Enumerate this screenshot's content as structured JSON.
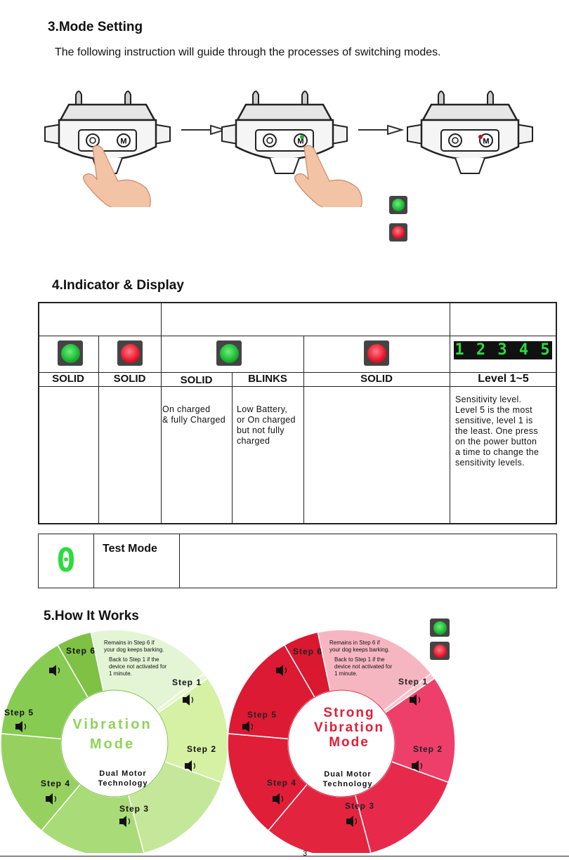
{
  "section3": {
    "title": "3.Mode Setting",
    "intro": "The following instruction will guide through the processes of switching modes."
  },
  "section4": {
    "title": "4.Indicator & Display",
    "labels": [
      "SOLID",
      "SOLID",
      "SOLID",
      "BLINKS",
      "SOLID",
      "Level 1~5"
    ],
    "digits": "1 2 3 4 5",
    "desc_on_charged": [
      "On charged",
      "& fully Charged"
    ],
    "desc_low_battery": [
      "Low Battery,",
      "or On charged",
      "but not fully",
      "charged"
    ],
    "desc_sensitivity": [
      "Sensitivity level.",
      "Level 5 is the most",
      "sensitive, level 1 is",
      "the least. One press",
      "on the power button",
      "a time to change the",
      "sensitivity levels."
    ],
    "test_digit": "0",
    "test_mode": "Test Mode"
  },
  "section5": {
    "title": "5.How It Works",
    "left_wheel": {
      "center_title": [
        "Vibration",
        "Mode"
      ],
      "center_sub": [
        "Dual Motor",
        "Technology"
      ],
      "steps": [
        "Step 1",
        "Step 2",
        "Step 3",
        "Step 4",
        "Step 5",
        "Step 6"
      ],
      "note_remain": [
        "Remains in Step 6 if",
        "your dog keeps barking."
      ],
      "note_back": [
        "Back to Step 1 if the",
        "device not activated for",
        "1 minute."
      ]
    },
    "right_wheel": {
      "center_title": [
        "Strong",
        "Vibration",
        "Mode"
      ],
      "center_sub": [
        "Dual Motor",
        "Technology"
      ],
      "steps": [
        "Step 1",
        "Step 2",
        "Step 3",
        "Step 4",
        "Step 5",
        "Step 6"
      ],
      "note_remain": [
        "Remains in Step 6 if",
        "your dog keeps barking."
      ],
      "note_back": [
        "Back to Step 1 if the",
        "device not activated for",
        "1 minute."
      ]
    }
  },
  "colors": {
    "green_led": "#17b531",
    "red_led": "#e8142b",
    "green_wheel": "#8fd35a",
    "red_wheel": "#e01e37"
  },
  "page_number": "3"
}
